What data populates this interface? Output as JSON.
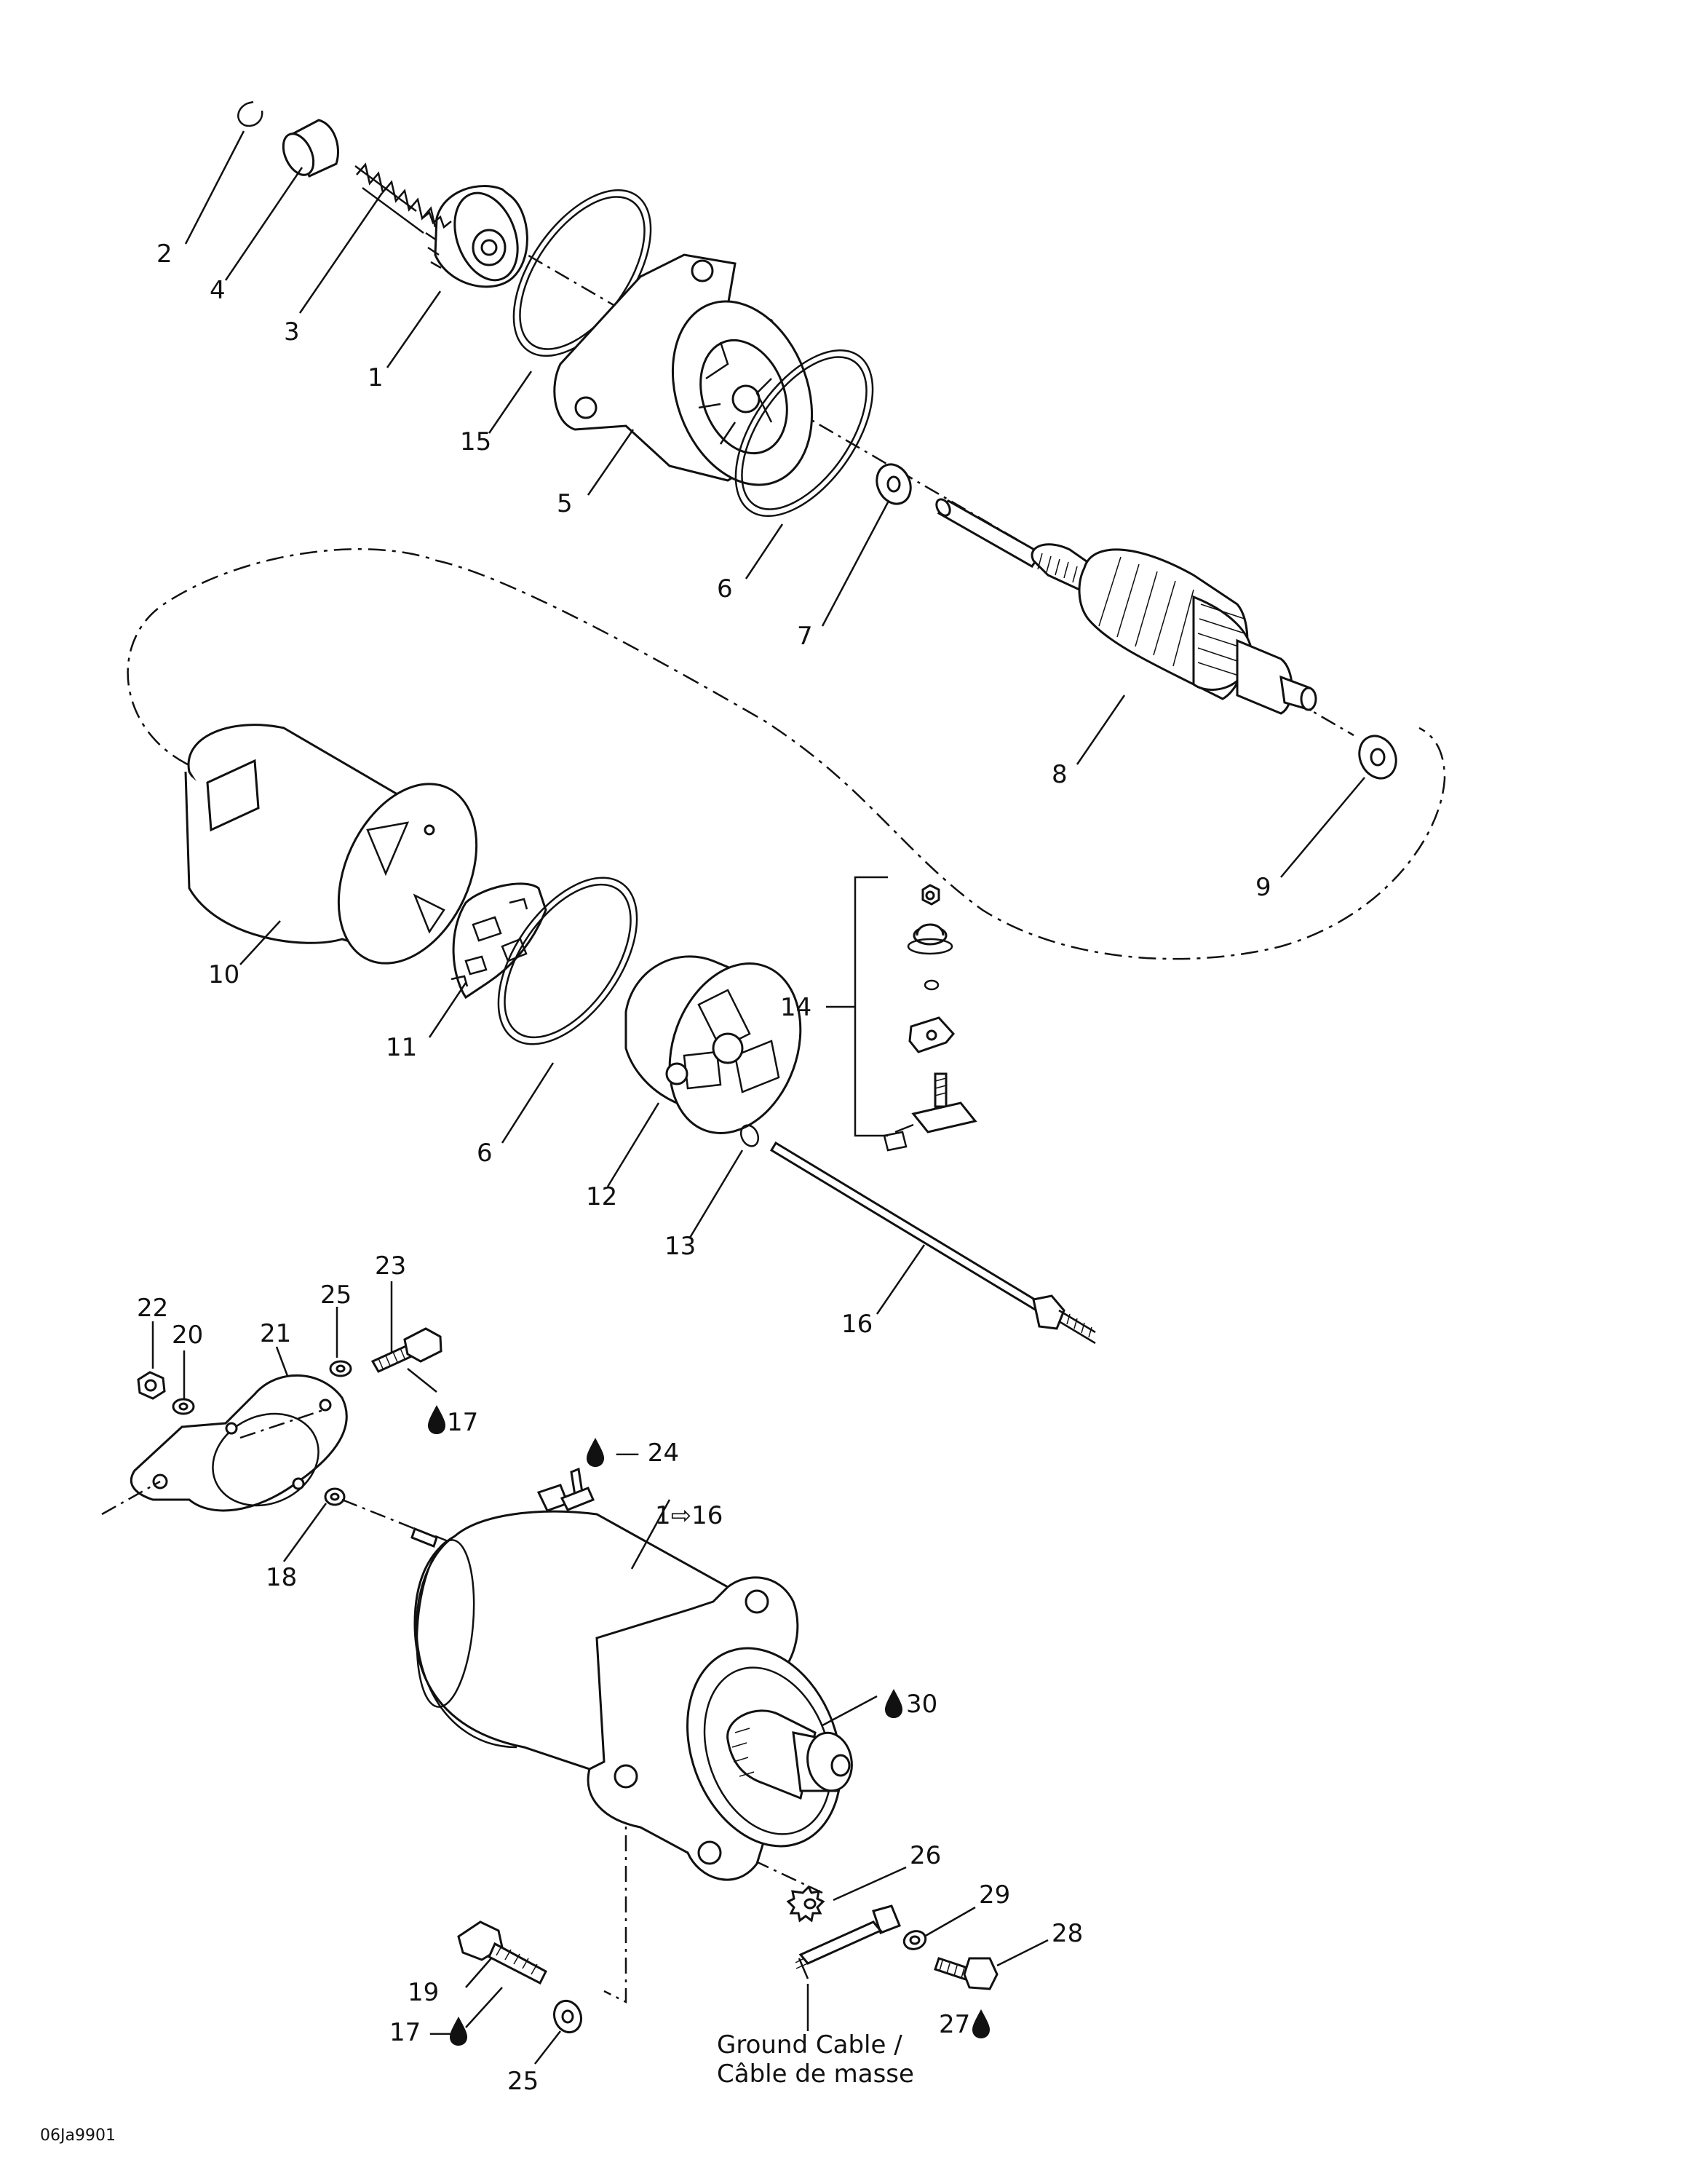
{
  "diagram": {
    "callouts": {
      "c2": "2",
      "c4": "4",
      "c3": "3",
      "c1": "1",
      "c15": "15",
      "c5": "5",
      "c6a": "6",
      "c7": "7",
      "c8": "8",
      "c9": "9",
      "c10": "10",
      "c11": "11",
      "c6b": "6",
      "c12": "12",
      "c13": "13",
      "c14": "14",
      "c16": "16",
      "c22": "22",
      "c20": "20",
      "c21": "21",
      "c25a": "25",
      "c23": "23",
      "c17a": "17",
      "c24": "— 24",
      "c1to16": "1⇨16",
      "c18": "18",
      "c30": "30",
      "c26": "26",
      "c29": "29",
      "c28": "28",
      "c27": "27",
      "c19": "19",
      "c17b": "17 —",
      "c25b": "25"
    },
    "ground_cable_line1": "Ground Cable /",
    "ground_cable_line2": "Câble de masse",
    "figure_code": "06Ja9901",
    "icons": [
      "oil-drop-icon",
      "arrow-right-icon"
    ]
  }
}
